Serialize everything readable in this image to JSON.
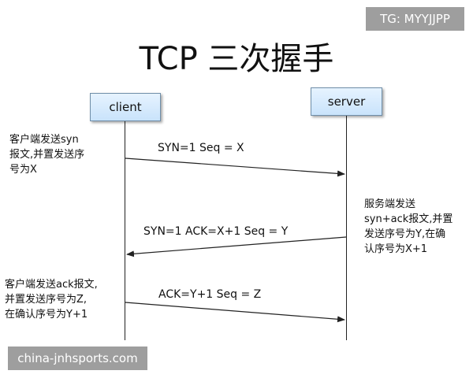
{
  "tag": "TG: MYYJJPP",
  "title": "TCP 三次握手",
  "watermark": "china-jnhsports.com",
  "actors": {
    "client": "client",
    "server": "server"
  },
  "messages": [
    {
      "label": "SYN=1  Seq = X"
    },
    {
      "label": "SYN=1  ACK=X+1 Seq = Y"
    },
    {
      "label": "ACK=Y+1 Seq = Z"
    }
  ],
  "notes": {
    "client_syn": {
      "line1": "客户端发送syn",
      "line2": "报文,并置发送序",
      "line3": "号为X"
    },
    "server_synack": {
      "line1": "服务端发送",
      "line2": "syn+ack报文,并置",
      "line3": "发送序号为Y,在确",
      "line4": "认序号为X+1"
    },
    "client_ack": {
      "line1": "客户端发送ack报文,",
      "line2": "并置发送序号为Z,",
      "line3": "在确认序号为Y+1"
    }
  },
  "colors": {
    "actor_fill": "#c9e3fb",
    "actor_border": "#6f8ea8",
    "badge_bg": "#9e9e9e",
    "squiggle": "#c45a5a"
  }
}
